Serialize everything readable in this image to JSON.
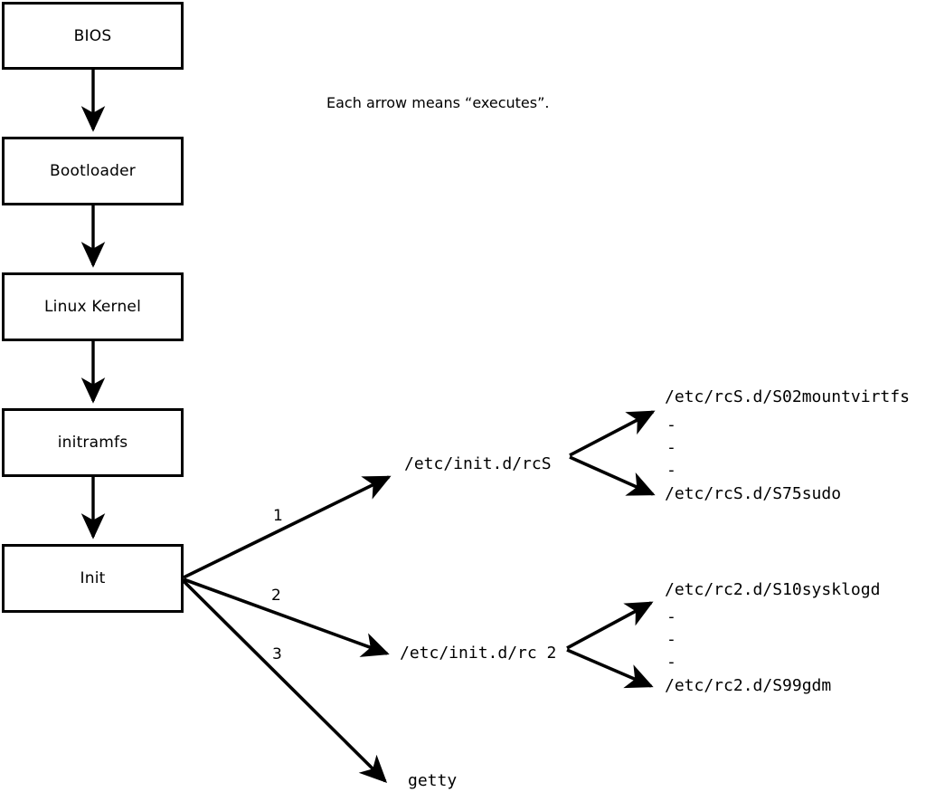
{
  "diagram": {
    "caption": "Each arrow means “executes”.",
    "boot_chain": [
      {
        "label": "BIOS"
      },
      {
        "label": "Bootloader"
      },
      {
        "label": "Linux Kernel"
      },
      {
        "label": "initramfs"
      },
      {
        "label": "Init"
      }
    ],
    "init_branches": [
      {
        "number": "1",
        "target": "/etc/init.d/rcS"
      },
      {
        "number": "2",
        "target": "/etc/init.d/rc 2"
      },
      {
        "number": "3",
        "target": "getty"
      }
    ],
    "rcs_scripts": {
      "first": "/etc/rcS.d/S02mountvirtfs",
      "ellipsis": [
        "-",
        "-",
        "-"
      ],
      "last": "/etc/rcS.d/S75sudo"
    },
    "rc2_scripts": {
      "first": "/etc/rc2.d/S10sysklogd",
      "ellipsis": [
        "-",
        "-",
        "-"
      ],
      "last": "/etc/rc2.d/S99gdm"
    },
    "colors": {
      "stroke": "#000000",
      "background": "#ffffff"
    }
  }
}
